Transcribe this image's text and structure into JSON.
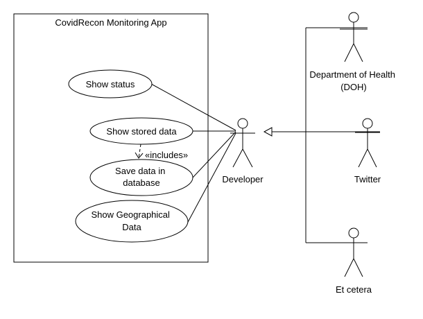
{
  "system": {
    "title": "CovidRecon Monitoring App"
  },
  "use_cases": {
    "show_status": [
      "Show status"
    ],
    "show_stored_data": [
      "Show stored data"
    ],
    "save_data": [
      "Save data in",
      "database"
    ],
    "show_geo": [
      "Show Geographical",
      "Data"
    ]
  },
  "relations": {
    "includes_label": "«includes»"
  },
  "actors": {
    "developer": [
      "Developer"
    ],
    "doh": [
      "Department of Health",
      "(DOH)"
    ],
    "twitter": [
      "Twitter"
    ],
    "etcetera": [
      "Et cetera"
    ]
  }
}
